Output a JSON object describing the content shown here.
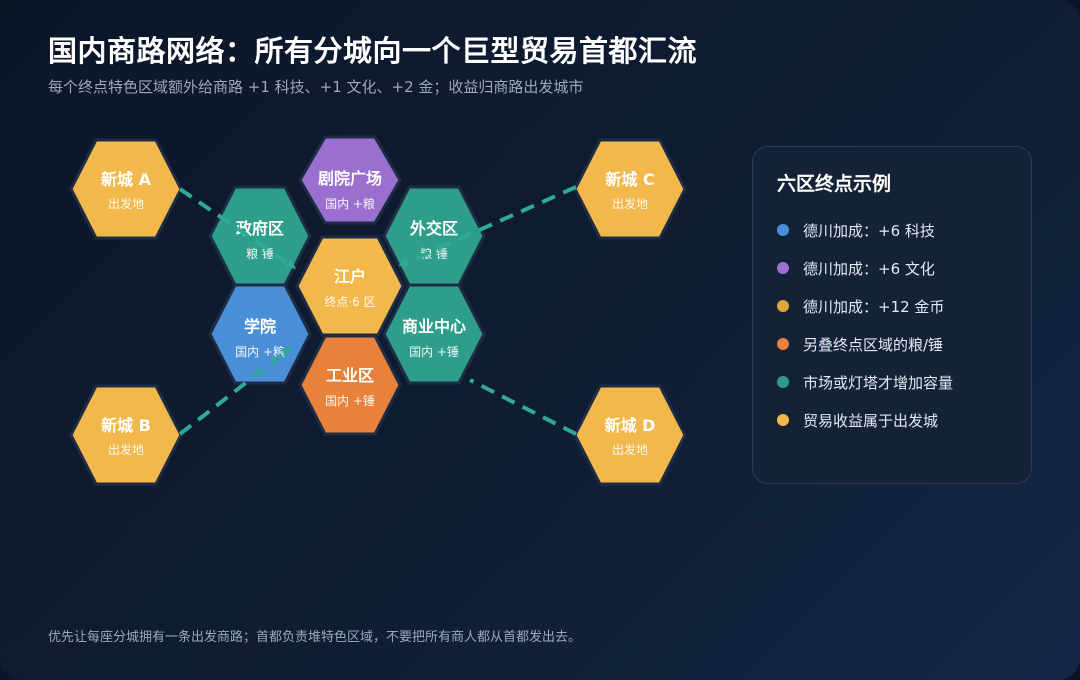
{
  "header": {
    "title": "国内商路网络：所有分城向一个巨型贸易首都汇流",
    "subtitle": "每个终点特色区域额外给商路 +1 科技、+1 文化、+2 金；收益归商路出发城市"
  },
  "footer": {
    "note": "优先让每座分城拥有一条出发商路；首都负责堆特色区域，不要把所有商人都从首都发出去。"
  },
  "colors": {
    "science": "#4a90d9",
    "culture": "#9b6fd0",
    "gold": "#e0a63c",
    "production": "#e8823a",
    "capacity": "#2e9e8a",
    "origin": "#f2b84b",
    "route": "#2eaa95",
    "hex_border": "#1d2c44"
  },
  "diagram": {
    "center": {
      "title": "江户",
      "sub": "终点·6 区"
    },
    "districts": [
      {
        "title": "剧院广场",
        "sub": "国内 +粮",
        "color_key": "culture"
      },
      {
        "title": "政府区",
        "sub": "粮 锤",
        "color_key": "capacity"
      },
      {
        "title": "外交区",
        "sub": "粮 锤",
        "color_key": "capacity"
      },
      {
        "title": "学院",
        "sub": "国内 +粮",
        "color_key": "science"
      },
      {
        "title": "商业中心",
        "sub": "国内 +锤",
        "color_key": "capacity"
      },
      {
        "title": "工业区",
        "sub": "国内 +锤",
        "color_key": "production"
      }
    ],
    "origins": [
      {
        "title": "新城 A",
        "sub": "出发地"
      },
      {
        "title": "新城 B",
        "sub": "出发地"
      },
      {
        "title": "新城 C",
        "sub": "出发地"
      },
      {
        "title": "新城 D",
        "sub": "出发地"
      }
    ]
  },
  "legend": {
    "title": "六区终点示例",
    "items": [
      {
        "label": "德川加成：+6 科技",
        "color": "#4a90d9"
      },
      {
        "label": "德川加成：+6 文化",
        "color": "#9b6fd0"
      },
      {
        "label": "德川加成：+12 金币",
        "color": "#e0a63c"
      },
      {
        "label": "另叠终点区域的粮/锤",
        "color": "#e8823a"
      },
      {
        "label": "市场或灯塔才增加容量",
        "color": "#2e9e8a"
      },
      {
        "label": "贸易收益属于出发城",
        "color": "#f2b84b"
      }
    ]
  }
}
